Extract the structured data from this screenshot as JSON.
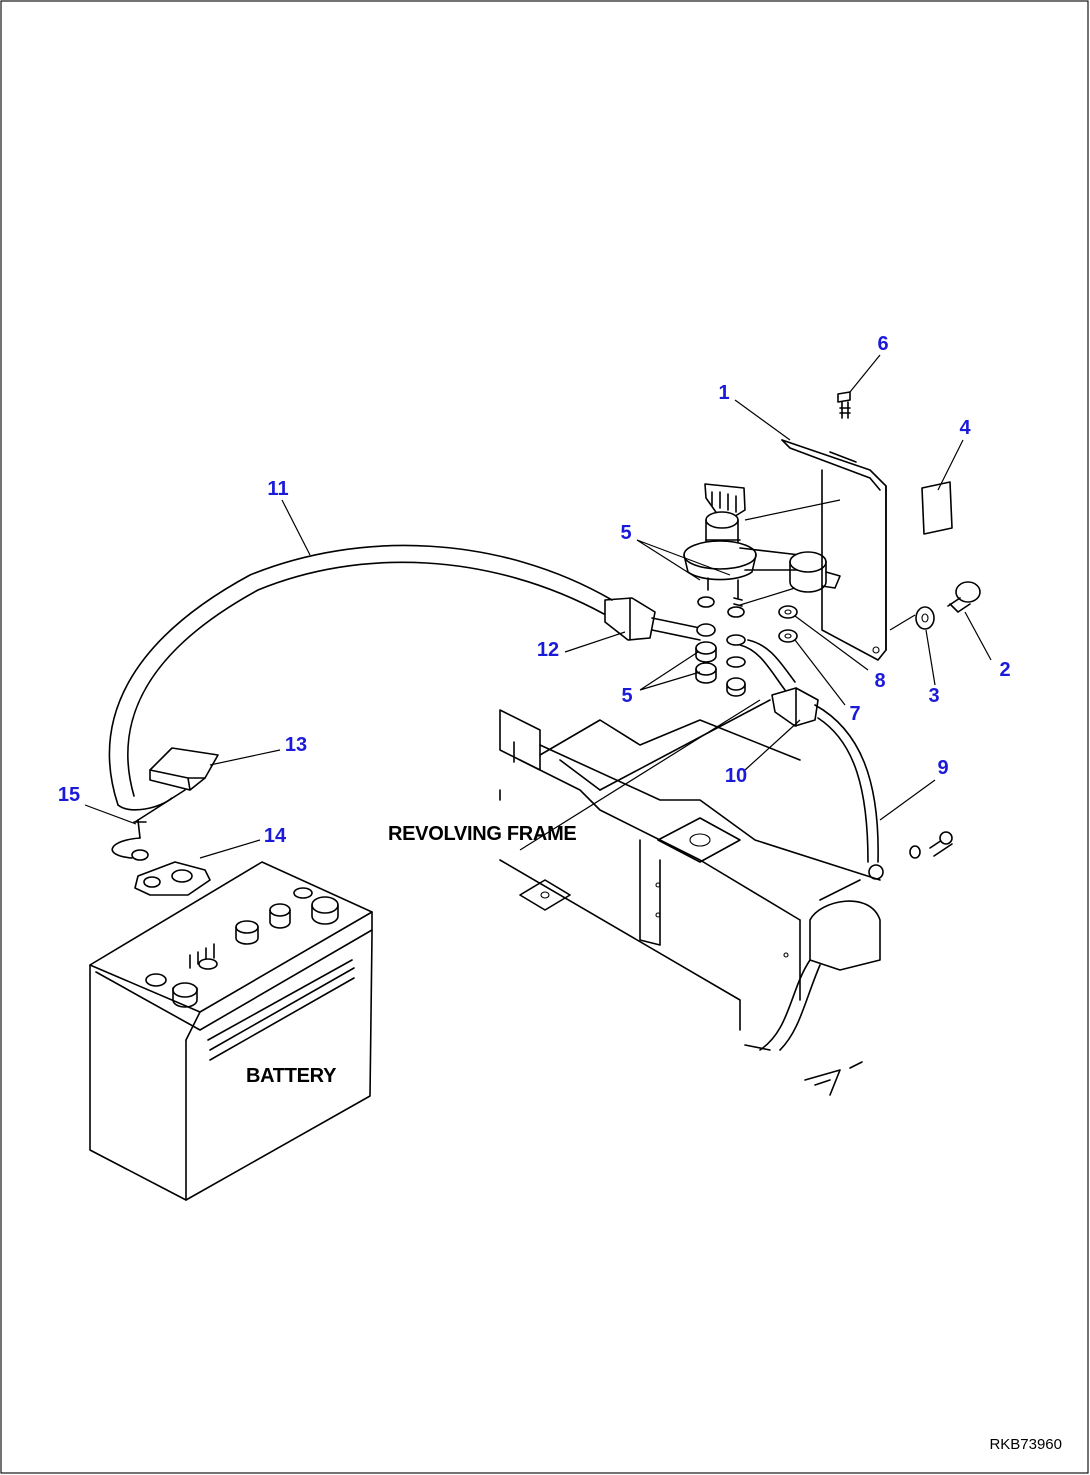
{
  "callouts": {
    "c1": "1",
    "c2": "2",
    "c3": "3",
    "c4": "4",
    "c5a": "5",
    "c5b": "5",
    "c6": "6",
    "c7": "7",
    "c8": "8",
    "c9": "9",
    "c10": "10",
    "c11": "11",
    "c12": "12",
    "c13": "13",
    "c14": "14",
    "c15": "15"
  },
  "labels": {
    "revolving_frame": "REVOLVING FRAME",
    "battery": "BATTERY"
  },
  "drawing_code": "RKB73960",
  "colors": {
    "callout": "#1a1ad8",
    "line": "#000000",
    "background": "#ffffff"
  }
}
